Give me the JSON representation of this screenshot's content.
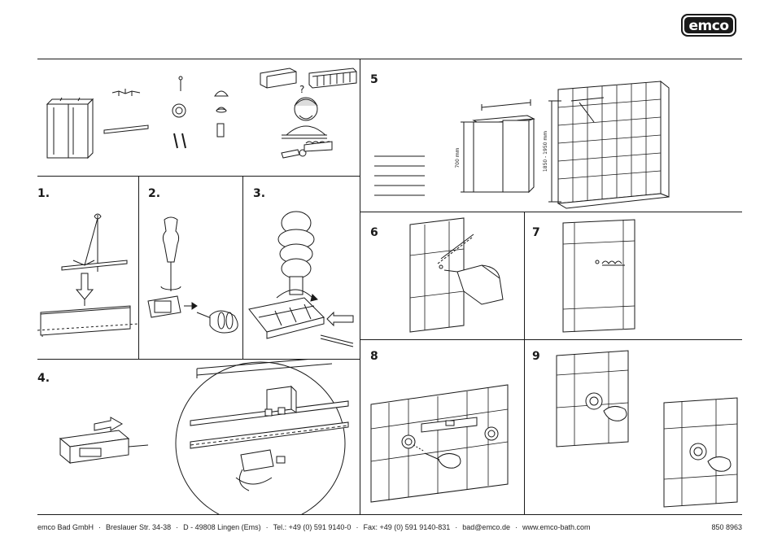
{
  "brand": {
    "logo_text": "emco"
  },
  "steps": {
    "s1": "1.",
    "s2": "2.",
    "s3": "3.",
    "s4": "4.",
    "s5": "5",
    "s6": "6",
    "s7": "7",
    "s8": "8",
    "s9": "9"
  },
  "dimensions": {
    "height_cabinet": "700 mm",
    "height_mount": "1850 - 1950 mm"
  },
  "footer": {
    "parts": [
      "emco Bad GmbH",
      "Breslauer Str. 34-38",
      "D - 49808 Lingen (Ems)",
      "Tel.: +49 (0) 591 9140-0",
      "Fax: +49 (0) 591 9140-831",
      "bad@emco.de",
      "www.emco-bath.com"
    ],
    "code": "850 8963"
  }
}
